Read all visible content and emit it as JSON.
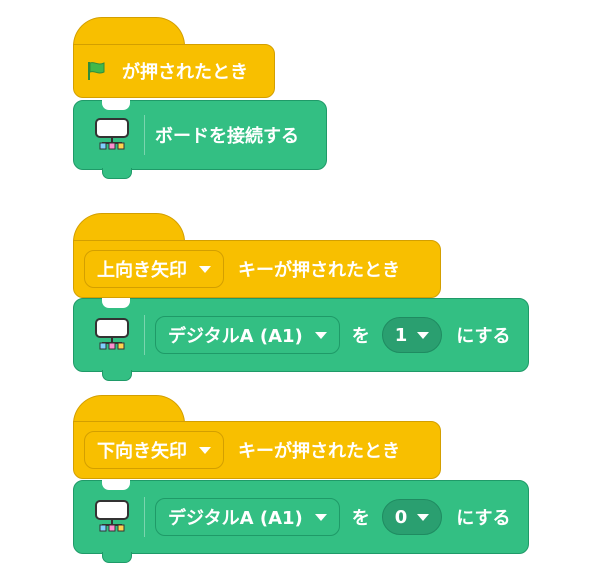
{
  "colors": {
    "hat_yellow": "#f8bf00",
    "hat_yellow_border": "#d39f00",
    "cmd_green": "#33bf83",
    "cmd_green_border": "#1f9a68",
    "num_green": "#2a9f70"
  },
  "blocks": [
    {
      "hat": {
        "type": "flag",
        "label": "が押されたとき",
        "icon": "green-flag-icon"
      },
      "command": {
        "icon": "board-icon",
        "label": "ボードを接続する"
      }
    },
    {
      "hat": {
        "type": "key",
        "key_label": "上向き矢印",
        "suffix": "キーが押されたとき"
      },
      "command": {
        "icon": "board-icon",
        "pin_label": "デジタルA (A1)",
        "connector": "を",
        "value": "1",
        "suffix": "にする"
      }
    },
    {
      "hat": {
        "type": "key",
        "key_label": "下向き矢印",
        "suffix": "キーが押されたとき"
      },
      "command": {
        "icon": "board-icon",
        "pin_label": "デジタルA (A1)",
        "connector": "を",
        "value": "0",
        "suffix": "にする"
      }
    }
  ]
}
